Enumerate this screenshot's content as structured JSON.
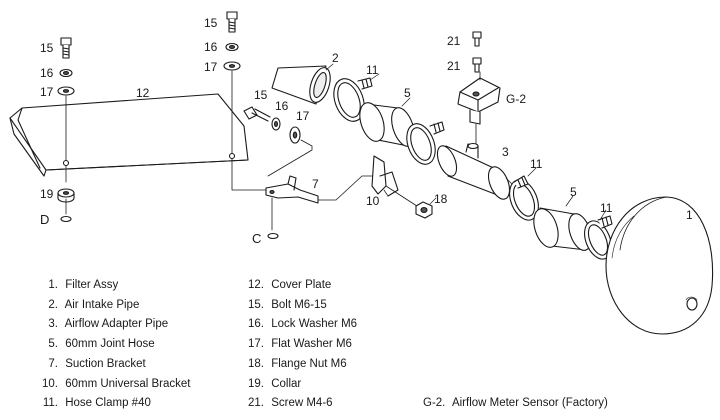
{
  "callouts": {
    "c15a": "15",
    "c16a": "16",
    "c17a": "17",
    "c19": "19",
    "cD": "D",
    "c12": "12",
    "c15b": "15",
    "c16b": "16",
    "c17b": "17",
    "c15c": "15",
    "c16c": "16",
    "c17c": "17",
    "c2": "2",
    "c11a": "11",
    "c5a": "5",
    "c21a": "21",
    "c21b": "21",
    "cG2": "G-2",
    "c3": "3",
    "c11b": "11",
    "c5b": "5",
    "c11c": "11",
    "c1": "1",
    "c7": "7",
    "c10": "10",
    "c18": "18",
    "cC": "C"
  },
  "legend": {
    "col1": [
      {
        "num": "1.",
        "text": "Filter Assy"
      },
      {
        "num": "2.",
        "text": "Air Intake Pipe"
      },
      {
        "num": "3.",
        "text": "Airflow Adapter Pipe"
      },
      {
        "num": "5.",
        "text": "60mm Joint Hose"
      },
      {
        "num": "7.",
        "text": "Suction Bracket"
      },
      {
        "num": "10.",
        "text": "60mm Universal Bracket"
      },
      {
        "num": "11.",
        "text": "Hose Clamp #40"
      }
    ],
    "col2": [
      {
        "num": "12.",
        "text": "Cover Plate"
      },
      {
        "num": "15.",
        "text": "Bolt M6-15"
      },
      {
        "num": "16.",
        "text": "Lock Washer M6"
      },
      {
        "num": "17.",
        "text": "Flat Washer M6"
      },
      {
        "num": "18.",
        "text": "Flange Nut M6"
      },
      {
        "num": "19.",
        "text": "Collar"
      },
      {
        "num": "21.",
        "text": "Screw M4-6"
      }
    ],
    "col3": [
      {
        "num": "G-2.",
        "text": "Airflow Meter Sensor (Factory)"
      }
    ]
  }
}
